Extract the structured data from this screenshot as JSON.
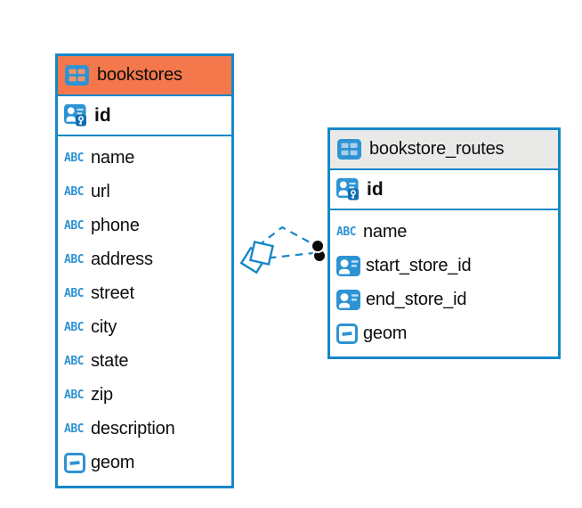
{
  "tables": [
    {
      "title": "bookstores",
      "header_style": "highlighted-orange",
      "primary_key": {
        "label": "id"
      },
      "columns": [
        {
          "label": "name",
          "type": "text"
        },
        {
          "label": "url",
          "type": "text"
        },
        {
          "label": "phone",
          "type": "text"
        },
        {
          "label": "address",
          "type": "text"
        },
        {
          "label": "street",
          "type": "text"
        },
        {
          "label": "city",
          "type": "text"
        },
        {
          "label": "state",
          "type": "text"
        },
        {
          "label": "zip",
          "type": "text"
        },
        {
          "label": "description",
          "type": "text"
        },
        {
          "label": "geom",
          "type": "geometry"
        }
      ]
    },
    {
      "title": "bookstore_routes",
      "header_style": "default-gray",
      "primary_key": {
        "label": "id"
      },
      "columns": [
        {
          "label": "name",
          "type": "text"
        },
        {
          "label": "start_store_id",
          "type": "reference"
        },
        {
          "label": "end_store_id",
          "type": "reference"
        },
        {
          "label": "geom",
          "type": "geometry"
        }
      ]
    }
  ],
  "icons": {
    "text_type_glyph": "ABC"
  },
  "relationship": {
    "from_table": "bookstores",
    "to_table": "bookstore_routes",
    "line_style": "dashed",
    "line_count": 2,
    "source_marker": "stacked-diamonds",
    "target_marker": "stacked-black-dots"
  },
  "colors": {
    "table_border_blue": "#1787c8",
    "icon_blue": "#2e93d3",
    "selected_header_orange": "#f4784b",
    "header_gray": "#e9e9e7",
    "background": "#ffffff"
  }
}
